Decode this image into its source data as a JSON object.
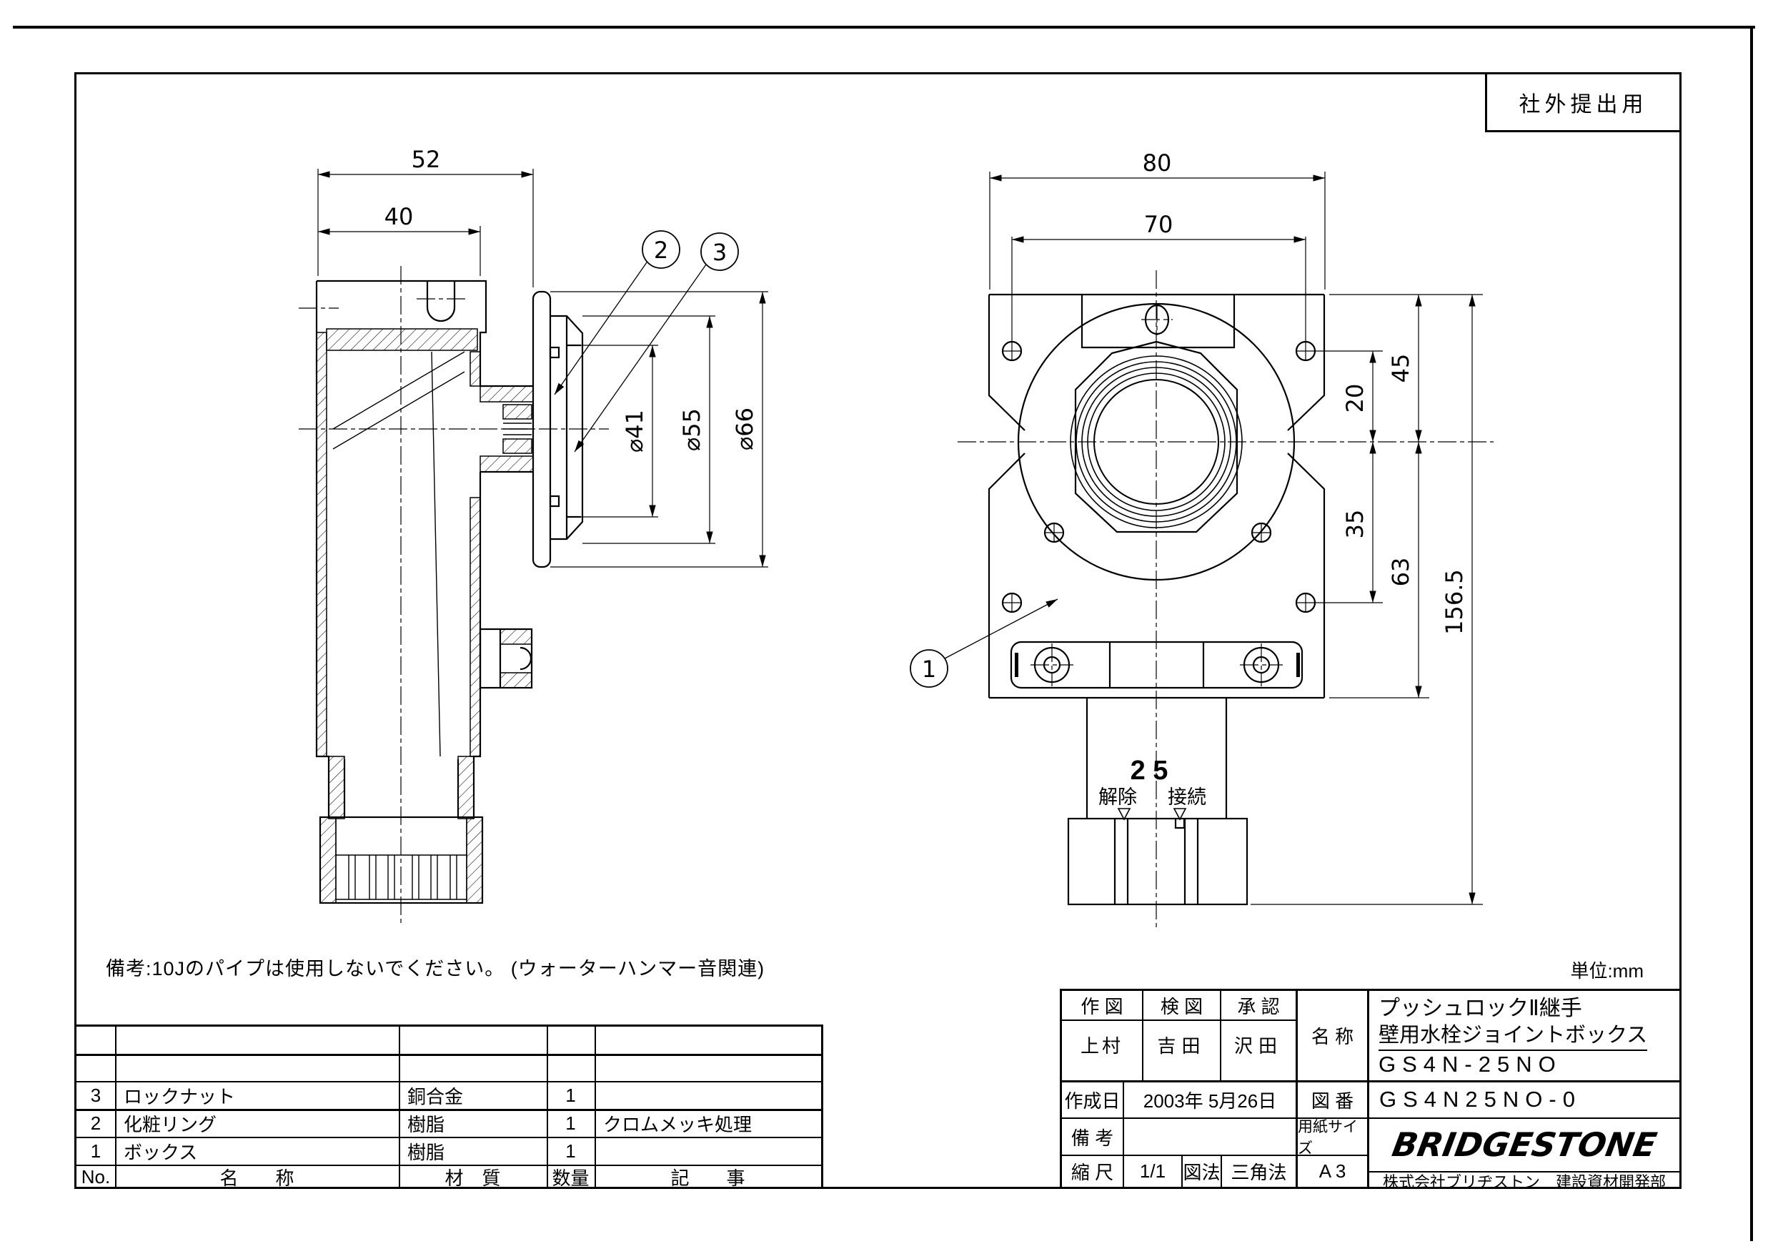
{
  "stamp": {
    "label": "社外提出用"
  },
  "units_label": "単位:mm",
  "note": "備考:10Jのパイプは使用しないでください。 (ウォーターハンマー音関連)",
  "left_view": {
    "dim_52": "52",
    "dim_40": "40",
    "dim_41": "⌀41",
    "dim_55": "⌀55",
    "dim_66": "⌀66",
    "balloon_2": "2",
    "balloon_3": "3"
  },
  "right_view": {
    "dim_80": "80",
    "dim_70": "70",
    "dim_45": "45",
    "dim_20": "20",
    "dim_35": "35",
    "dim_63": "63",
    "dim_156": "156.5",
    "balloon_1": "1",
    "size_label": "2 5",
    "release_label": "解除",
    "connect_label": "接続"
  },
  "parts_table": {
    "headers": {
      "no": "No.",
      "name": "名　　称",
      "material": "材　質",
      "qty": "数量",
      "remarks": "記　　事"
    },
    "rows": [
      {
        "no": "3",
        "name": "ロックナット",
        "material": "銅合金",
        "qty": "1",
        "remarks": ""
      },
      {
        "no": "2",
        "name": "化粧リング",
        "material": "樹脂",
        "qty": "1",
        "remarks": "クロムメッキ処理"
      },
      {
        "no": "1",
        "name": "ボックス",
        "material": "樹脂",
        "qty": "1",
        "remarks": ""
      }
    ]
  },
  "title_block": {
    "drafted_label": "作 図",
    "checked_label": "検 図",
    "approved_label": "承 認",
    "drafted": "上村",
    "checked": "吉田",
    "approved": "沢田",
    "name_label": "名 称",
    "name_line1": "プッシュロックⅡ継手",
    "name_line2": "壁用水栓ジョイントボックス",
    "name_line3": "GS4N-25NO",
    "date_label": "作成日",
    "date": "2003年 5月26日",
    "dwg_no_label": "図 番",
    "dwg_no": "GS4N25NO-0",
    "remarks_label": "備 考",
    "remarks": "",
    "paper_label": "用紙サイズ",
    "paper": "A 3",
    "scale_label": "縮 尺",
    "scale": "1/1",
    "projection_label": "図法",
    "projection": "三角法",
    "logo": "BRIDGESTONE",
    "company": "株式会社ブリヂストン　建設資材開発部"
  }
}
